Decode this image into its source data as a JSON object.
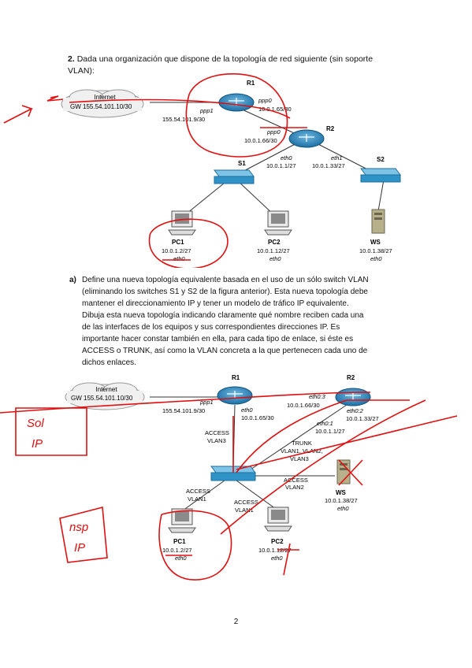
{
  "question": {
    "number": "2.",
    "text_line1": "Dada una organización que dispone de la topología de red siguiente (sin soporte",
    "text_line2": "VLAN):"
  },
  "diagram1": {
    "internet_label": "Internet",
    "gw_label": "GW 155.54.101.10/30",
    "r1": {
      "name": "R1",
      "ppp0": "ppp0",
      "ppp0_ip": "10.0.1.65/30",
      "ppp1": "ppp1",
      "ppp1_ip": "155.54.101.9/30"
    },
    "r2": {
      "name": "R2",
      "ppp0": "ppp0",
      "ppp0_ip": "10.0.1.66/30",
      "eth0": "eth0",
      "eth0_ip": "10.0.1.1/27",
      "eth1": "eth1",
      "eth1_ip": "10.0.1.33/27"
    },
    "s1": "S1",
    "s2": "S2",
    "pc1": {
      "name": "PC1",
      "ip": "10.0.1.2/27",
      "iface": "eth0"
    },
    "pc2": {
      "name": "PC2",
      "ip": "10.0.1.12/27",
      "iface": "eth0"
    },
    "ws": {
      "name": "WS",
      "ip": "10.0.1.38/27",
      "iface": "eth0"
    }
  },
  "part_a": {
    "label": "a)",
    "lines": [
      "Define una nueva topología equivalente basada en el uso de un sólo switch VLAN",
      "(eliminando los switches S1 y S2 de la figura anterior). Esta nueva topología debe",
      "mantener el direccionamiento IP y tener un modelo de tráfico IP equivalente.",
      "Dibuja esta nueva topología indicando claramente qué nombre reciben cada una",
      "de las interfaces de los equipos y sus correspondientes direcciones IP. Es",
      "importante hacer constar también en ella, para cada tipo de enlace, si éste es",
      "ACCESS o TRUNK, así como la VLAN concreta a la que pertenecen cada uno de",
      "dichos enlaces."
    ]
  },
  "diagram2": {
    "internet_label": "Internet",
    "gw_label": "GW 155.54.101.10/30",
    "r1": {
      "name": "R1",
      "ppp1": "ppp1",
      "ppp1_ip": "155.54.101.9/30",
      "eth0": "eth0",
      "eth0_ip": "10.0.1.65/30"
    },
    "r2": {
      "name": "R2",
      "eth03": "eth0:3",
      "eth03_ip": "10.0.1.66/30",
      "eth02": "eth0:2",
      "eth02_ip": "10.0.1.33/27",
      "eth01": "eth0:1",
      "eth01_ip": "10.0.1.1/27"
    },
    "link_r1": {
      "line1": "ACCESS",
      "line2": "VLAN3"
    },
    "link_trunk": {
      "line1": "TRUNK",
      "line2": "VLAN1, VLAN2,",
      "line3": "VLAN3"
    },
    "link_ws": {
      "line1": "ACCESS",
      "line2": "VLAN2"
    },
    "link_pc1": {
      "line1": "ACCESS",
      "line2": "VLAN1"
    },
    "link_pc2": {
      "line1": "ACCESS",
      "line2": "VLAN1"
    },
    "pc1": {
      "name": "PC1",
      "ip": "10.0.1.2/27",
      "iface": "eth0"
    },
    "pc2": {
      "name": "PC2",
      "ip": "10.0.1.12/27",
      "iface": "eth0"
    },
    "ws": {
      "name": "WS",
      "ip": "10.0.1.38/27",
      "iface": "eth0"
    }
  },
  "annotations": {
    "note1_line1": "Sol",
    "note1_line2": "IP",
    "note2_line1": "nsp",
    "note2_line2": "IP"
  },
  "colors": {
    "ink_red": "#e01010",
    "router_blue": "#1d6fa5",
    "switch_blue": "#2f93c8"
  },
  "page_number": "2"
}
